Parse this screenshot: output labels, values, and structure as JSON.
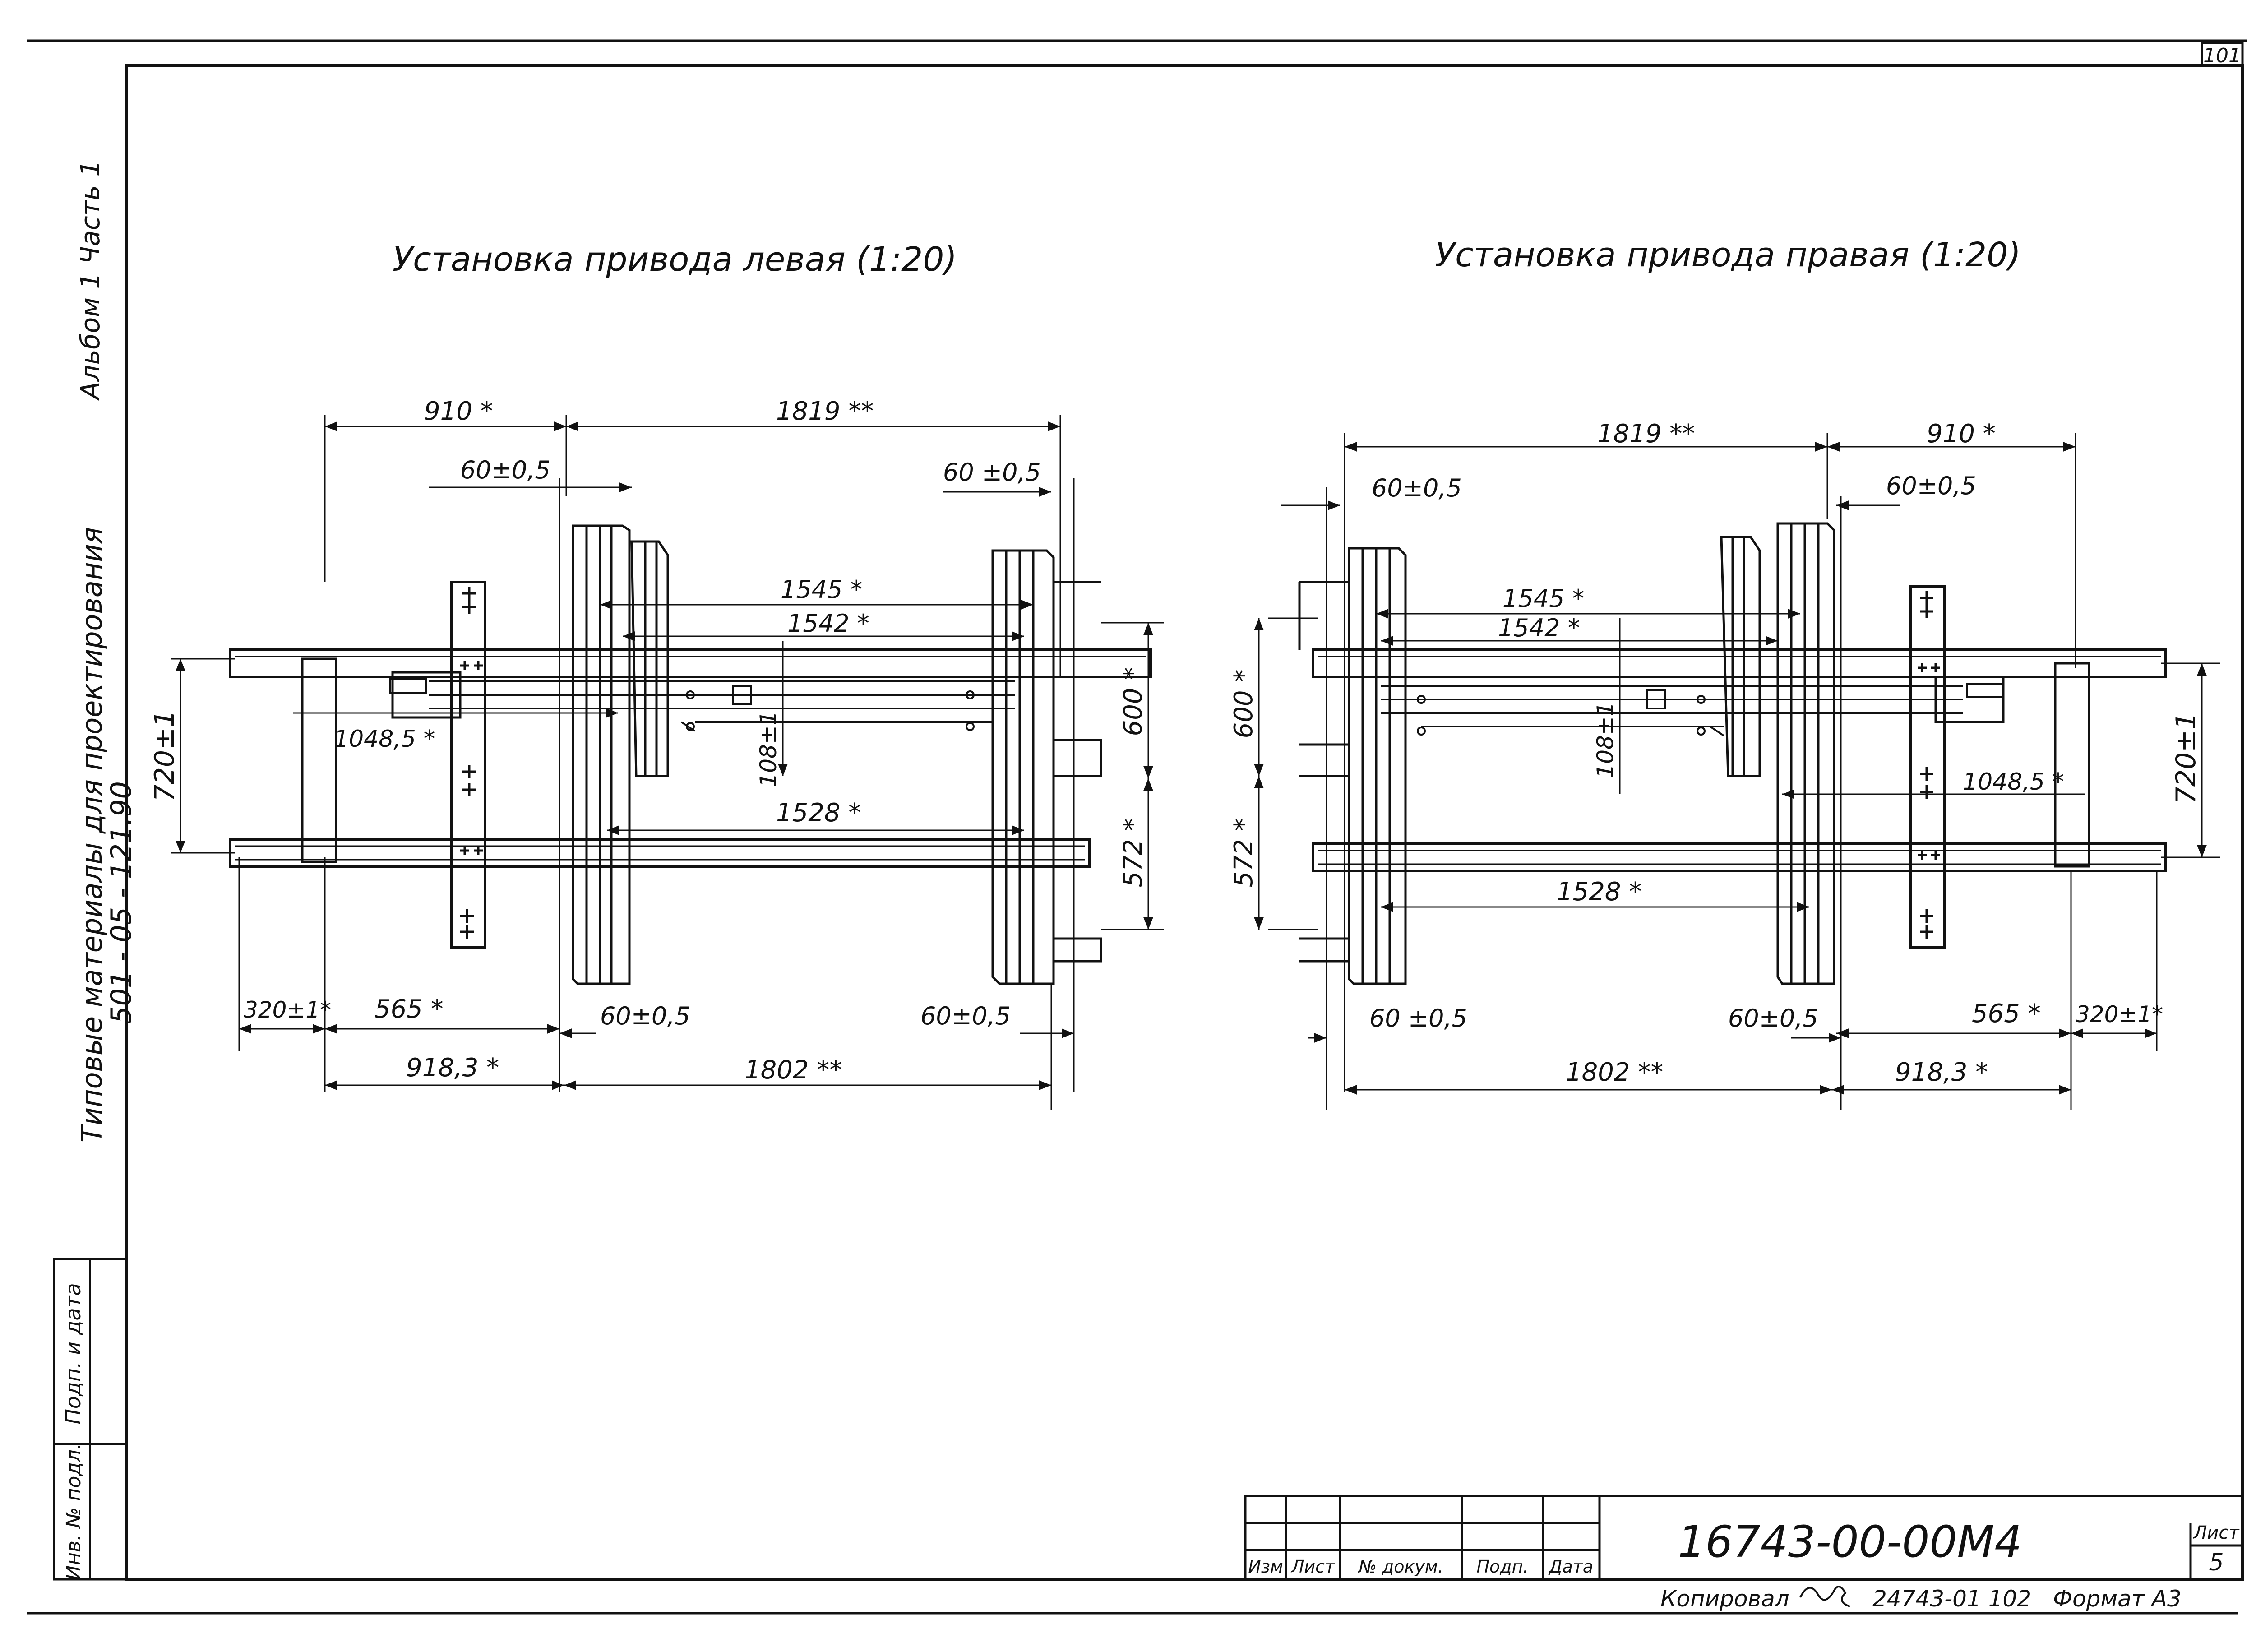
{
  "sheet": {
    "corner_number": "101",
    "side_album": "Альбом 1 Часть 1",
    "side_materials": "Типовые материалы для проектирования",
    "side_code": "501 - 05 - 121.90",
    "stamp_sign": "Подп. и дата",
    "stamp_inv": "Инв. № подл."
  },
  "left_view": {
    "title": "Установка привода левая (1:20)",
    "dims": {
      "top_a": "910 *",
      "top_b": "1819 **",
      "tol_tl": "60±0,5",
      "tol_tr": "60 ±0,5",
      "d1545": "1545 *",
      "d1542": "1542 *",
      "d1048": "1048,5 *",
      "d720": "720±1",
      "d108": "108±1",
      "d600": "600 *",
      "d572": "572 *",
      "d1528": "1528 *",
      "d320": "320±1*",
      "d565": "565 *",
      "tol_bl": "60±0,5",
      "tol_br": "60±0,5",
      "bot_a": "918,3 *",
      "bot_b": "1802 **"
    }
  },
  "right_view": {
    "title": "Установка привода правая (1:20)",
    "dims": {
      "top_a": "1819 **",
      "top_b": "910 *",
      "tol_tl": "60±0,5",
      "tol_tr": "60±0,5",
      "d1545": "1545 *",
      "d1542": "1542 *",
      "d1048": "1048,5 *",
      "d720": "720±1",
      "d108": "108±1",
      "d600": "600 *",
      "d572": "572 *",
      "d1528": "1528 *",
      "d320": "320±1*",
      "d565": "565 *",
      "tol_bl": "60 ±0,5",
      "tol_br": "60±0,5",
      "bot_a": "1802 **",
      "bot_b": "918,3 *"
    }
  },
  "title_block": {
    "headers": [
      "Изм",
      "Лист",
      "№ докум.",
      "Подп.",
      "Дата"
    ],
    "doc_number": "16743-00-00М4",
    "sheet_label": "Лист",
    "sheet_number": "5",
    "footer": "Копировал",
    "footer_code": "24743-01 102",
    "format": "Формат А3"
  }
}
